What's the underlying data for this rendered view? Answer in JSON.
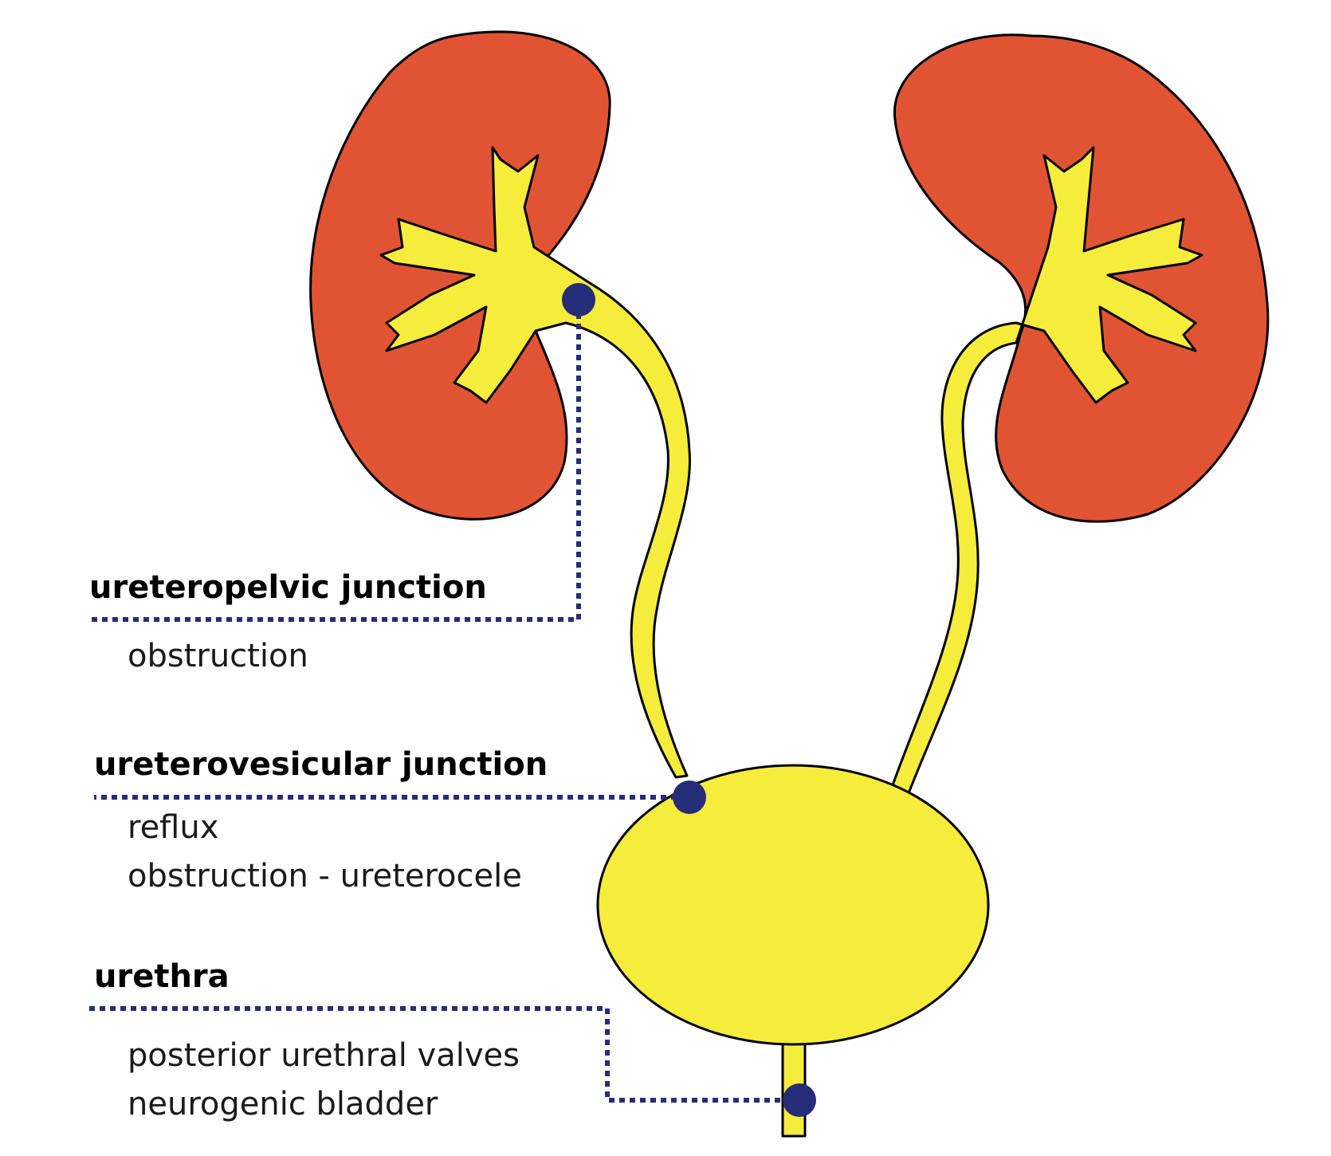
{
  "colors": {
    "kidney": "#E15433",
    "urine": "#F6EC3B",
    "marker": "#262D78",
    "outline": "#000000"
  },
  "sites": [
    {
      "title": "ureteropelvic junction",
      "conditions": [
        "obstruction"
      ]
    },
    {
      "title": "ureterovesicular junction",
      "conditions": [
        "reflux",
        "obstruction - ureterocele"
      ]
    },
    {
      "title": "urethra",
      "conditions": [
        "posterior urethral valves",
        "neurogenic bladder"
      ]
    }
  ]
}
